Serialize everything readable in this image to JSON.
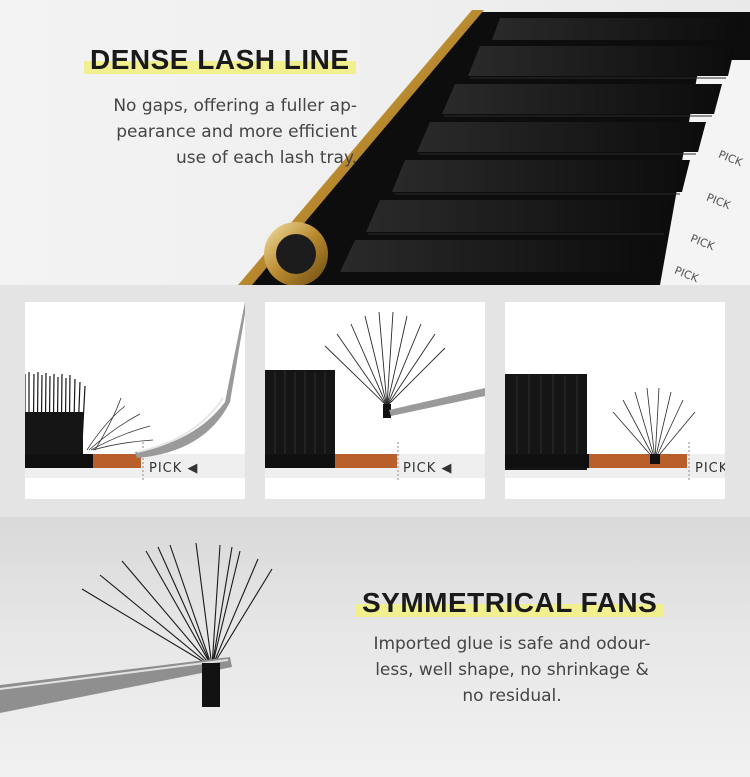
{
  "top": {
    "title": "DENSE LASH LINE",
    "desc_lines": [
      "No gaps, offering a fuller ap-",
      "pearance and more efficient",
      "use of each lash tray."
    ],
    "tray_labels": [
      "PICK",
      "PICK",
      "PICK",
      "PICK"
    ]
  },
  "photos": [
    {
      "pick_label": "PICK"
    },
    {
      "pick_label": "PICK"
    },
    {
      "pick_label": "PICK"
    }
  ],
  "bottom": {
    "title": "SYMMETRICAL FANS",
    "desc_lines": [
      "Imported glue is safe and odour-",
      "less, well shape, no shrinkage &",
      "no residual."
    ]
  },
  "colors": {
    "highlight": "#f2ef8f",
    "gold": "#c9a24a",
    "lash": "#141414",
    "strip": "#b85f2c"
  }
}
